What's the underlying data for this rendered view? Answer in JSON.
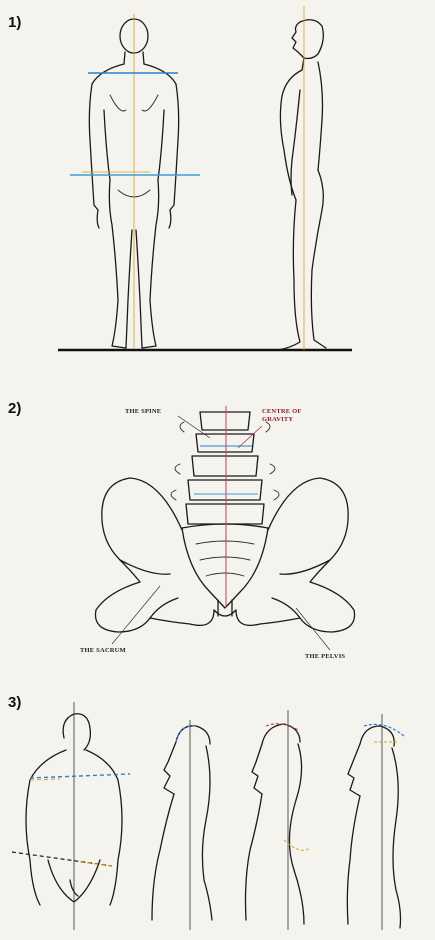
{
  "figures": [
    {
      "number": "1)"
    },
    {
      "number": "2)",
      "labels": {
        "spine": "THE SPINE",
        "centre_line1": "CENTRE OF",
        "centre_line2": "GRAVITY",
        "sacrum": "THE SACRUM",
        "pelvis": "THE PELVIS"
      }
    },
    {
      "number": "3)"
    }
  ],
  "colors": {
    "shoulder_line": "#2c7fd1",
    "hip_line": "#3a9fd6",
    "plumb_line": "#d9a21a",
    "centre_label": "#8a1a2a",
    "ink": "#1a1a1a"
  }
}
